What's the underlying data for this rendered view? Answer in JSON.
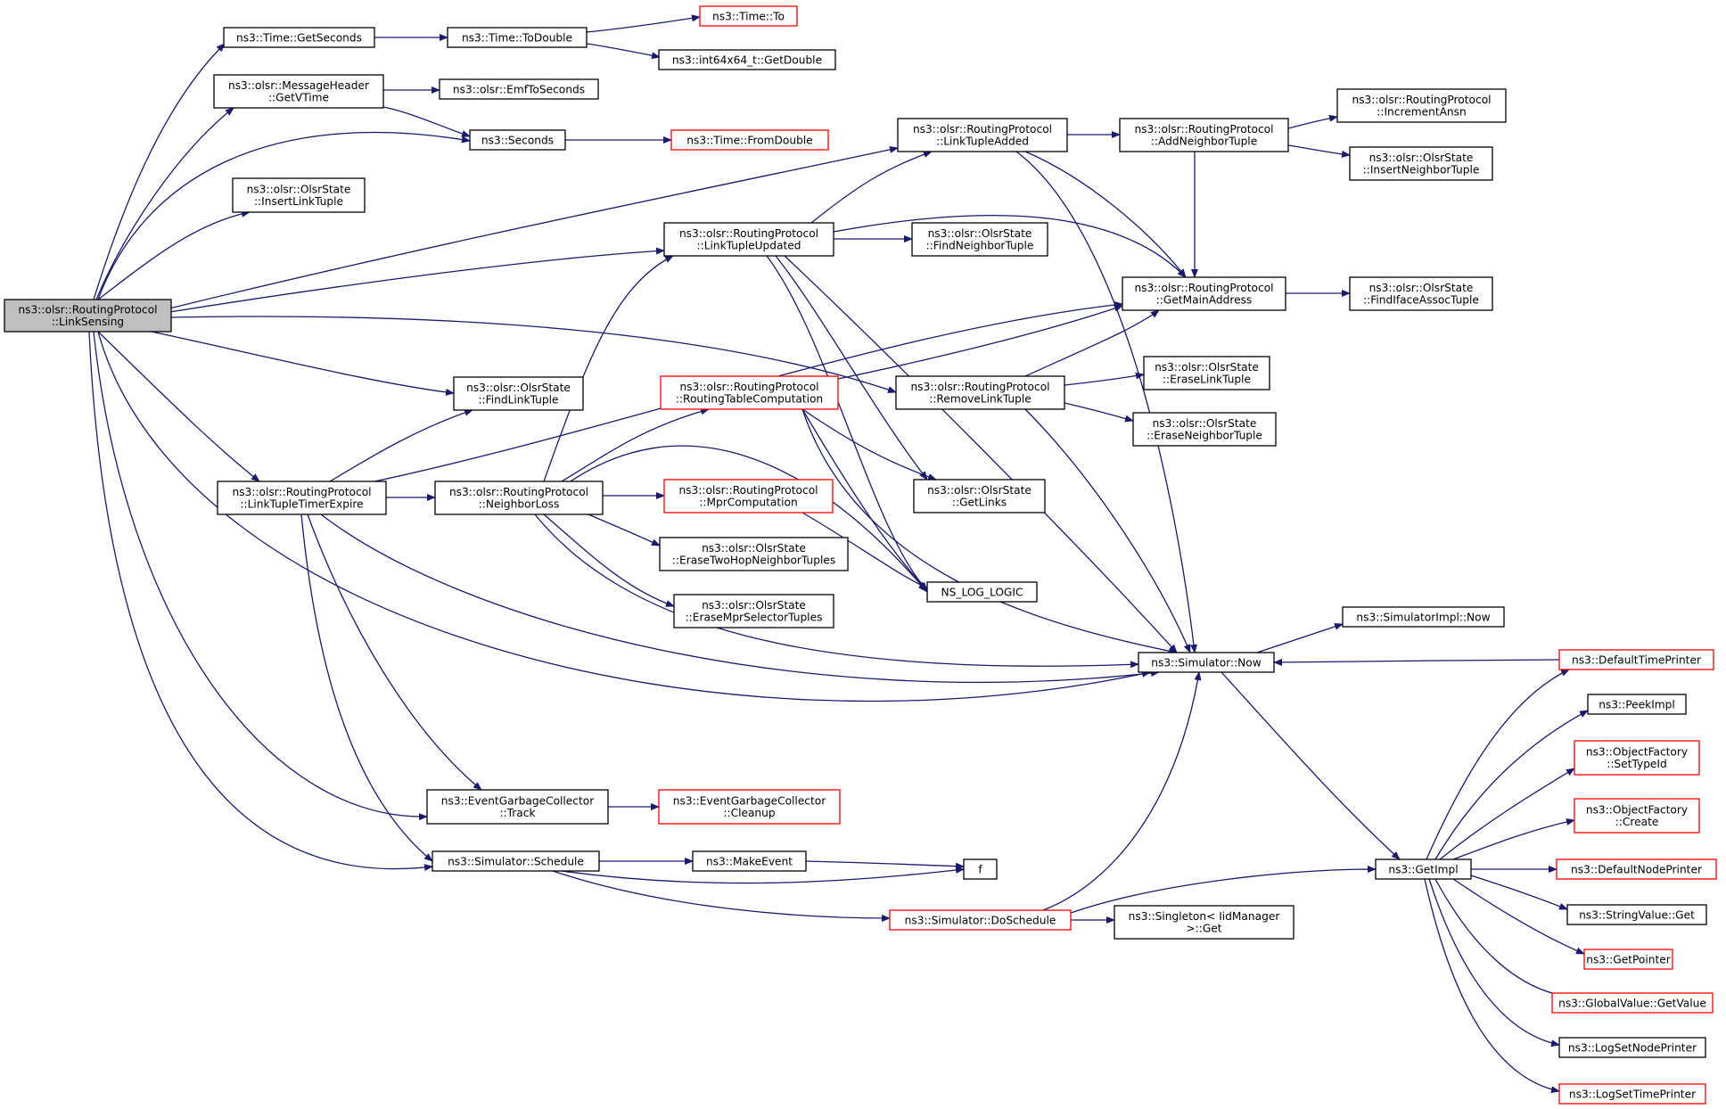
{
  "graph": {
    "title": "",
    "edge_color": "#191970",
    "border_default": "#000000",
    "border_highlight": "#ff0000",
    "root_fill": "#bfbfbf",
    "nodes": [
      {
        "id": "root",
        "lines": [
          "ns3::olsr::RoutingProtocol",
          "::LinkSensing"
        ],
        "style": "root"
      },
      {
        "id": "getseconds",
        "lines": [
          "ns3::Time::GetSeconds"
        ],
        "style": "normal"
      },
      {
        "id": "todouble",
        "lines": [
          "ns3::Time::ToDouble"
        ],
        "style": "normal"
      },
      {
        "id": "timeto",
        "lines": [
          "ns3::Time::To"
        ],
        "style": "red"
      },
      {
        "id": "getdouble",
        "lines": [
          "ns3::int64x64_t::GetDouble"
        ],
        "style": "normal"
      },
      {
        "id": "getvtime",
        "lines": [
          "ns3::olsr::MessageHeader",
          "::GetVTime"
        ],
        "style": "normal"
      },
      {
        "id": "emftoseconds",
        "lines": [
          "ns3::olsr::EmfToSeconds"
        ],
        "style": "normal"
      },
      {
        "id": "seconds",
        "lines": [
          "ns3::Seconds"
        ],
        "style": "normal"
      },
      {
        "id": "fromdouble",
        "lines": [
          "ns3::Time::FromDouble"
        ],
        "style": "red"
      },
      {
        "id": "insertlinktuple",
        "lines": [
          "ns3::olsr::OlsrState",
          "::InsertLinkTuple"
        ],
        "style": "normal"
      },
      {
        "id": "linktupleadded",
        "lines": [
          "ns3::olsr::RoutingProtocol",
          "::LinkTupleAdded"
        ],
        "style": "normal"
      },
      {
        "id": "addneighbortuple",
        "lines": [
          "ns3::olsr::RoutingProtocol",
          "::AddNeighborTuple"
        ],
        "style": "normal"
      },
      {
        "id": "incrementansn",
        "lines": [
          "ns3::olsr::RoutingProtocol",
          "::IncrementAnsn"
        ],
        "style": "normal"
      },
      {
        "id": "insertneighbortuple",
        "lines": [
          "ns3::olsr::OlsrState",
          "::InsertNeighborTuple"
        ],
        "style": "normal"
      },
      {
        "id": "linktupleupdated",
        "lines": [
          "ns3::olsr::RoutingProtocol",
          "::LinkTupleUpdated"
        ],
        "style": "normal"
      },
      {
        "id": "findneighbortuple",
        "lines": [
          "ns3::olsr::OlsrState",
          "::FindNeighborTuple"
        ],
        "style": "normal"
      },
      {
        "id": "getmainaddress",
        "lines": [
          "ns3::olsr::RoutingProtocol",
          "::GetMainAddress"
        ],
        "style": "normal"
      },
      {
        "id": "findifaceassoctuple",
        "lines": [
          "ns3::olsr::OlsrState",
          "::FindIfaceAssocTuple"
        ],
        "style": "normal"
      },
      {
        "id": "findlinktuple",
        "lines": [
          "ns3::olsr::OlsrState",
          "::FindLinkTuple"
        ],
        "style": "normal"
      },
      {
        "id": "routingtablecomputation",
        "lines": [
          "ns3::olsr::RoutingProtocol",
          "::RoutingTableComputation"
        ],
        "style": "red"
      },
      {
        "id": "removelinktuple",
        "lines": [
          "ns3::olsr::RoutingProtocol",
          "::RemoveLinkTuple"
        ],
        "style": "normal"
      },
      {
        "id": "eraselinktuple",
        "lines": [
          "ns3::olsr::OlsrState",
          "::EraseLinkTuple"
        ],
        "style": "normal"
      },
      {
        "id": "eraseneighbortuple",
        "lines": [
          "ns3::olsr::OlsrState",
          "::EraseNeighborTuple"
        ],
        "style": "normal"
      },
      {
        "id": "linktupletimerexpire",
        "lines": [
          "ns3::olsr::RoutingProtocol",
          "::LinkTupleTimerExpire"
        ],
        "style": "normal"
      },
      {
        "id": "neighborloss",
        "lines": [
          "ns3::olsr::RoutingProtocol",
          "::NeighborLoss"
        ],
        "style": "normal"
      },
      {
        "id": "mprcomputation",
        "lines": [
          "ns3::olsr::RoutingProtocol",
          "::MprComputation"
        ],
        "style": "red"
      },
      {
        "id": "getlinks",
        "lines": [
          "ns3::olsr::OlsrState",
          "::GetLinks"
        ],
        "style": "normal"
      },
      {
        "id": "erasetwohop",
        "lines": [
          "ns3::olsr::OlsrState",
          "::EraseTwoHopNeighborTuples"
        ],
        "style": "normal"
      },
      {
        "id": "nslog",
        "lines": [
          "NS_LOG_LOGIC"
        ],
        "style": "normal"
      },
      {
        "id": "erasemprselector",
        "lines": [
          "ns3::olsr::OlsrState",
          "::EraseMprSelectorTuples"
        ],
        "style": "normal"
      },
      {
        "id": "simimplnow",
        "lines": [
          "ns3::SimulatorImpl::Now"
        ],
        "style": "normal"
      },
      {
        "id": "simnow",
        "lines": [
          "ns3::Simulator::Now"
        ],
        "style": "normal"
      },
      {
        "id": "defaulttimeprinter",
        "lines": [
          "ns3::DefaultTimePrinter"
        ],
        "style": "red"
      },
      {
        "id": "peekimpl",
        "lines": [
          "ns3::PeekImpl"
        ],
        "style": "normal"
      },
      {
        "id": "settypeid",
        "lines": [
          "ns3::ObjectFactory",
          "::SetTypeId"
        ],
        "style": "red"
      },
      {
        "id": "ofcreate",
        "lines": [
          "ns3::ObjectFactory",
          "::Create"
        ],
        "style": "red"
      },
      {
        "id": "track",
        "lines": [
          "ns3::EventGarbageCollector",
          "::Track"
        ],
        "style": "normal"
      },
      {
        "id": "cleanup",
        "lines": [
          "ns3::EventGarbageCollector",
          "::Cleanup"
        ],
        "style": "red"
      },
      {
        "id": "schedule",
        "lines": [
          "ns3::Simulator::Schedule"
        ],
        "style": "normal"
      },
      {
        "id": "makeevent",
        "lines": [
          "ns3::MakeEvent"
        ],
        "style": "normal"
      },
      {
        "id": "f",
        "lines": [
          "f"
        ],
        "style": "normal"
      },
      {
        "id": "getimpl",
        "lines": [
          "ns3::GetImpl"
        ],
        "style": "normal"
      },
      {
        "id": "defaultnodeprinter",
        "lines": [
          "ns3::DefaultNodePrinter"
        ],
        "style": "red"
      },
      {
        "id": "stringvalueget",
        "lines": [
          "ns3::StringValue::Get"
        ],
        "style": "normal"
      },
      {
        "id": "doschedule",
        "lines": [
          "ns3::Simulator::DoSchedule"
        ],
        "style": "red"
      },
      {
        "id": "singletonget",
        "lines": [
          "ns3::Singleton< IidManager",
          " >::Get"
        ],
        "style": "normal"
      },
      {
        "id": "getpointer",
        "lines": [
          "ns3::GetPointer"
        ],
        "style": "red"
      },
      {
        "id": "globalvalueget",
        "lines": [
          "ns3::GlobalValue::GetValue"
        ],
        "style": "red"
      },
      {
        "id": "logsetnodeprinter",
        "lines": [
          "ns3::LogSetNodePrinter"
        ],
        "style": "normal"
      },
      {
        "id": "logsettimeprinter",
        "lines": [
          "ns3::LogSetTimePrinter"
        ],
        "style": "red"
      }
    ],
    "edges": [
      [
        "root",
        "getseconds"
      ],
      [
        "getseconds",
        "todouble"
      ],
      [
        "todouble",
        "timeto"
      ],
      [
        "todouble",
        "getdouble"
      ],
      [
        "root",
        "getvtime"
      ],
      [
        "getvtime",
        "emftoseconds"
      ],
      [
        "getvtime",
        "seconds"
      ],
      [
        "root",
        "seconds"
      ],
      [
        "seconds",
        "fromdouble"
      ],
      [
        "root",
        "insertlinktuple"
      ],
      [
        "root",
        "linktupleadded"
      ],
      [
        "linktupleadded",
        "addneighbortuple"
      ],
      [
        "addneighbortuple",
        "incrementansn"
      ],
      [
        "addneighbortuple",
        "insertneighbortuple"
      ],
      [
        "linktupleadded",
        "getmainaddress"
      ],
      [
        "linktupleadded",
        "simnow"
      ],
      [
        "addneighbortuple",
        "getmainaddress"
      ],
      [
        "root",
        "linktupleupdated"
      ],
      [
        "linktupleupdated",
        "linktupleadded"
      ],
      [
        "linktupleupdated",
        "findneighbortuple"
      ],
      [
        "linktupleupdated",
        "getmainaddress"
      ],
      [
        "linktupleupdated",
        "getlinks"
      ],
      [
        "linktupleupdated",
        "nslog"
      ],
      [
        "linktupleupdated",
        "simnow"
      ],
      [
        "getmainaddress",
        "findifaceassoctuple"
      ],
      [
        "root",
        "findlinktuple"
      ],
      [
        "root",
        "removelinktuple"
      ],
      [
        "removelinktuple",
        "getmainaddress"
      ],
      [
        "removelinktuple",
        "eraselinktuple"
      ],
      [
        "removelinktuple",
        "eraseneighbortuple"
      ],
      [
        "removelinktuple",
        "simnow"
      ],
      [
        "root",
        "linktupletimerexpire"
      ],
      [
        "linktupletimerexpire",
        "findlinktuple"
      ],
      [
        "linktupletimerexpire",
        "getmainaddress"
      ],
      [
        "linktupletimerexpire",
        "neighborloss"
      ],
      [
        "linktupletimerexpire",
        "simnow"
      ],
      [
        "linktupletimerexpire",
        "track"
      ],
      [
        "linktupletimerexpire",
        "schedule"
      ],
      [
        "neighborloss",
        "linktupleupdated"
      ],
      [
        "neighborloss",
        "routingtablecomputation"
      ],
      [
        "neighborloss",
        "mprcomputation"
      ],
      [
        "neighborloss",
        "erasetwohop"
      ],
      [
        "neighborloss",
        "erasemprselector"
      ],
      [
        "neighborloss",
        "simnow"
      ],
      [
        "neighborloss",
        "nslog"
      ],
      [
        "routingtablecomputation",
        "getmainaddress"
      ],
      [
        "routingtablecomputation",
        "getlinks"
      ],
      [
        "routingtablecomputation",
        "nslog"
      ],
      [
        "routingtablecomputation",
        "simnow"
      ],
      [
        "mprcomputation",
        "nslog"
      ],
      [
        "root",
        "simnow"
      ],
      [
        "root",
        "track"
      ],
      [
        "root",
        "schedule"
      ],
      [
        "track",
        "cleanup"
      ],
      [
        "schedule",
        "makeevent"
      ],
      [
        "schedule",
        "f"
      ],
      [
        "schedule",
        "doschedule"
      ],
      [
        "makeevent",
        "f"
      ],
      [
        "doschedule",
        "simnow"
      ],
      [
        "doschedule",
        "getimpl"
      ],
      [
        "doschedule",
        "singletonget"
      ],
      [
        "simnow",
        "simimplnow"
      ],
      [
        "simnow",
        "getimpl"
      ],
      [
        "defaulttimeprinter",
        "simnow"
      ],
      [
        "getimpl",
        "defaulttimeprinter"
      ],
      [
        "getimpl",
        "peekimpl"
      ],
      [
        "getimpl",
        "settypeid"
      ],
      [
        "getimpl",
        "ofcreate"
      ],
      [
        "getimpl",
        "defaultnodeprinter"
      ],
      [
        "getimpl",
        "stringvalueget"
      ],
      [
        "getimpl",
        "getpointer"
      ],
      [
        "getimpl",
        "globalvalueget"
      ],
      [
        "getimpl",
        "logsetnodeprinter"
      ],
      [
        "getimpl",
        "logsettimeprinter"
      ]
    ]
  }
}
